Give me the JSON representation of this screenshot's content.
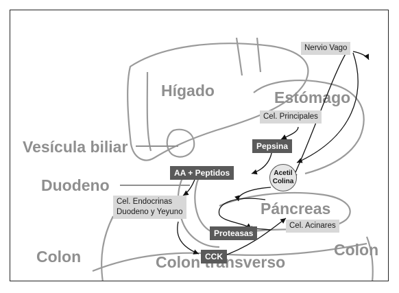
{
  "organs": {
    "higado": "Hígado",
    "estomago": "Estómago",
    "vesicula": "Vesícula biliar",
    "duodeno": "Duodeno",
    "pancreas": "Páncreas",
    "colon_left": "Colon",
    "colon_right": "Colon",
    "colon_transverso": "Colon transverso"
  },
  "labels": {
    "nervio_vago": "Nervio Vago",
    "cel_principales": "Cel. Principales",
    "pepsina": "Pepsina",
    "aa_peptidos": "AA  + Peptidos",
    "acetil": "Acetil",
    "colina": "Colina",
    "cel_endocrinas_1": "Cel. Endocrinas",
    "cel_endocrinas_2": "Duodeno y Yeyuno",
    "proteasas": "Proteasas",
    "cel_acinares": "Cel. Acinares",
    "cck": "CCK"
  },
  "colors": {
    "organ_text": "#8f8f8f",
    "organ_outline": "#9a9a9a",
    "light_box": "#d8d8d8",
    "dark_box": "#5a5a5a",
    "arrow": "#111111"
  }
}
